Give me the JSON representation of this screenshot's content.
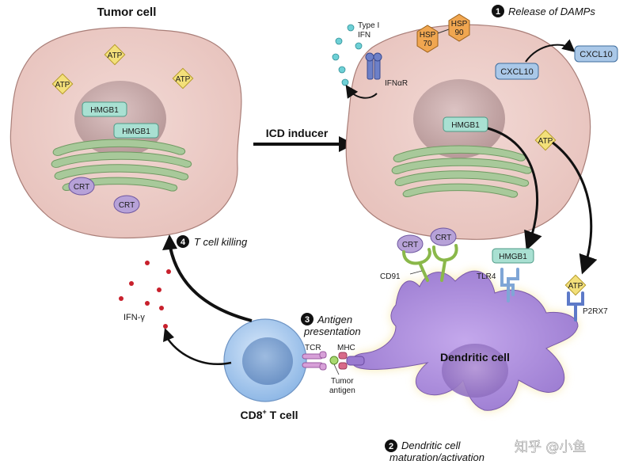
{
  "labels": {
    "tumor_cell": "Tumor cell",
    "icd_inducer": "ICD inducer",
    "dendritic_cell": "Dendritic cell",
    "t_cell_prefix": "CD8",
    "t_cell_sup": "+",
    "t_cell_suffix": " T cell",
    "ifn_gamma": "IFN-γ",
    "type1_ifn_line1": "Type I",
    "type1_ifn_line2": "IFN",
    "ifnar": "IFNαR",
    "cxcl10": "CXCL10",
    "hsp70_line1": "HSP",
    "hsp70_line2": "70",
    "hsp90_line1": "HSP",
    "hsp90_line2": "90",
    "hmgb1": "HMGB1",
    "atp": "ATP",
    "crt": "CRT",
    "cd91": "CD91",
    "tlr4": "TLR4",
    "p2rx7": "P2RX7",
    "tcr": "TCR",
    "mhc": "MHC",
    "tumor_antigen_line1": "Tumor",
    "tumor_antigen_line2": "antigen"
  },
  "steps": [
    {
      "number": "1",
      "text": "Release of DAMPs"
    },
    {
      "number": "2",
      "text_line1": "Dendritic cell",
      "text_line2": "maturation/activation"
    },
    {
      "number": "3",
      "text_line1": "Antigen",
      "text_line2": "presentation"
    },
    {
      "number": "4",
      "text": "T cell killing"
    }
  ],
  "watermark": "知乎 @小鱼",
  "colors": {
    "cell_fill": "#ecc9c4",
    "nucleus_fill": "#c9adad",
    "er_fill": "#a8c99a",
    "hmgb1_fill": "#a9e0d2",
    "atp_fill": "#f3e07a",
    "crt_fill": "#b7a2d8",
    "hsp_fill": "#f0a650",
    "cxcl10_fill": "#aac8e8",
    "dendritic_fill": "#a98ad8",
    "tcell_fill": "#a9cbee",
    "ifn_dot": "#c8202c",
    "type1_dot": "#6ed0d6"
  }
}
